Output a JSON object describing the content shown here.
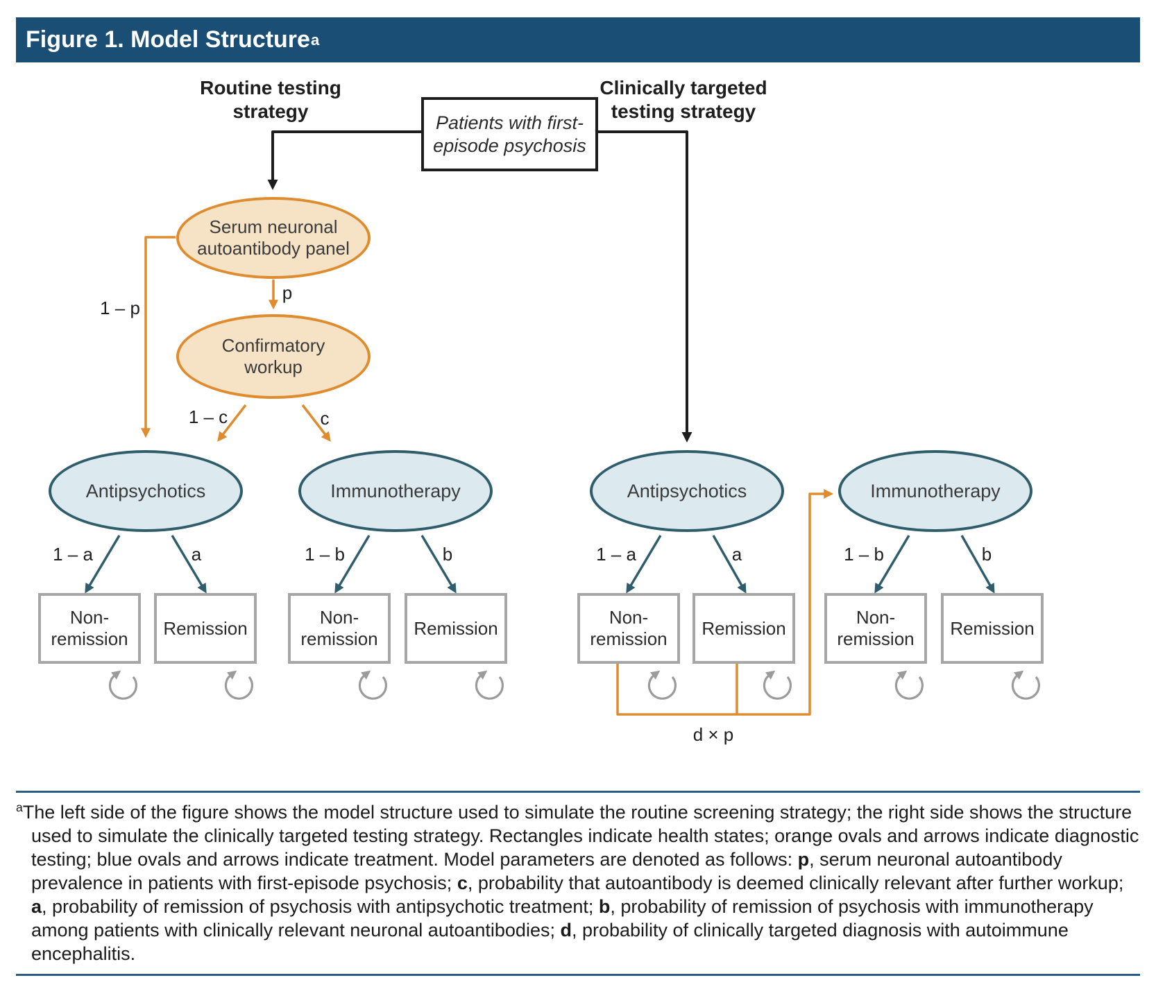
{
  "title": {
    "text": "Figure 1. Model Structure",
    "superscript": "a"
  },
  "strategies": {
    "left": {
      "line1": "Routine testing",
      "line2": "strategy"
    },
    "right": {
      "line1": "Clinically targeted",
      "line2": "testing strategy"
    }
  },
  "root": {
    "line1": "Patients with first-",
    "line2": "episode psychosis"
  },
  "diagnostic_nodes": {
    "serum_panel": {
      "line1": "Serum neuronal",
      "line2": "autoantibody panel"
    },
    "confirmatory_workup": {
      "line1": "Confirmatory",
      "line2": "workup"
    }
  },
  "treatment_nodes": {
    "antipsychotics": "Antipsychotics",
    "immunotherapy": "Immunotherapy"
  },
  "health_states": {
    "non_remission": {
      "line1": "Non-",
      "line2": "remission"
    },
    "remission": "Remission"
  },
  "edge_labels": {
    "p": "p",
    "one_minus_p": "1 – p",
    "c": "c",
    "one_minus_c": "1 – c",
    "a": "a",
    "one_minus_a": "1 – a",
    "b": "b",
    "one_minus_b": "1 – b",
    "d_x_p": "d × p"
  },
  "footnote": {
    "marker": "a",
    "segments": [
      {
        "text": "The left side of the figure shows the model structure used to simulate the routine screening strategy; the right side shows the structure used to simulate the clinically targeted testing strategy. Rectangles indicate health states; orange ovals and arrows indicate diagnostic testing; blue ovals and arrows indicate treatment. Model parameters are denoted as follows: ",
        "bold": false
      },
      {
        "text": "p",
        "bold": true
      },
      {
        "text": ", serum neuronal autoantibody prevalence in patients with first-episode psychosis; ",
        "bold": false
      },
      {
        "text": "c",
        "bold": true
      },
      {
        "text": ", probability that autoantibody is deemed clinically relevant after further workup; ",
        "bold": false
      },
      {
        "text": "a",
        "bold": true
      },
      {
        "text": ", probability of remission of psychosis with antipsychotic treatment; ",
        "bold": false
      },
      {
        "text": "b",
        "bold": true
      },
      {
        "text": ", probability of remission of psychosis with immunotherapy among patients with clinically relevant neuronal autoantibodies; ",
        "bold": false
      },
      {
        "text": "d",
        "bold": true
      },
      {
        "text": ", probability of clinically targeted diagnosis with autoimmune encephalitis.",
        "bold": false
      }
    ]
  },
  "colors": {
    "header_bg": "#1a4e74",
    "orange": "#de8c2f",
    "orange_fill": "#f6e2c4",
    "teal": "#2f5d6b",
    "teal_fill": "#dce9ee",
    "box_border": "#a6a6a6",
    "loop_gray": "#9b9b9b",
    "rule_blue": "#2a5b82",
    "line_black": "#1e1e1e"
  }
}
